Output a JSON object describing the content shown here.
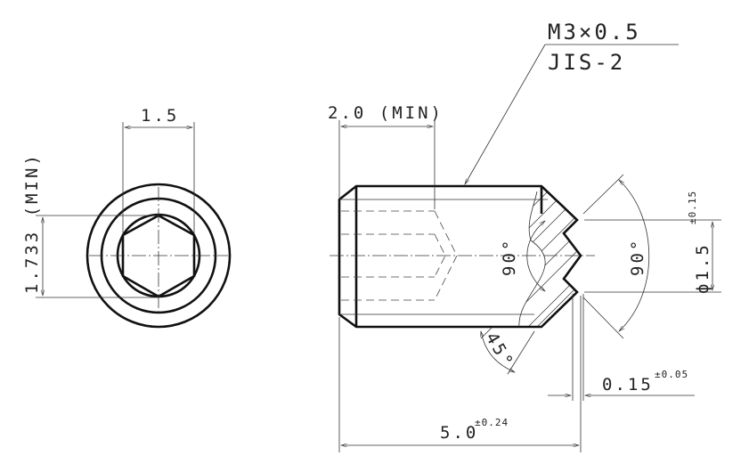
{
  "thread": {
    "size": "M3×0.5",
    "standard": "JIS-2"
  },
  "end_view": {
    "hex_width": "1.5",
    "hex_corner": "1.733 (MIN)"
  },
  "side_view": {
    "socket_depth": "2.0 (MIN)",
    "cone_angle": "90°",
    "point_angle": "90°",
    "chamfer_angle": "45°",
    "tip_diameter": "ϕ1.5",
    "tip_diameter_tol": "±0.15",
    "tip_flat": "0.15",
    "tip_flat_tol": "±0.05",
    "length": "5.0",
    "length_tol": "±0.24"
  }
}
